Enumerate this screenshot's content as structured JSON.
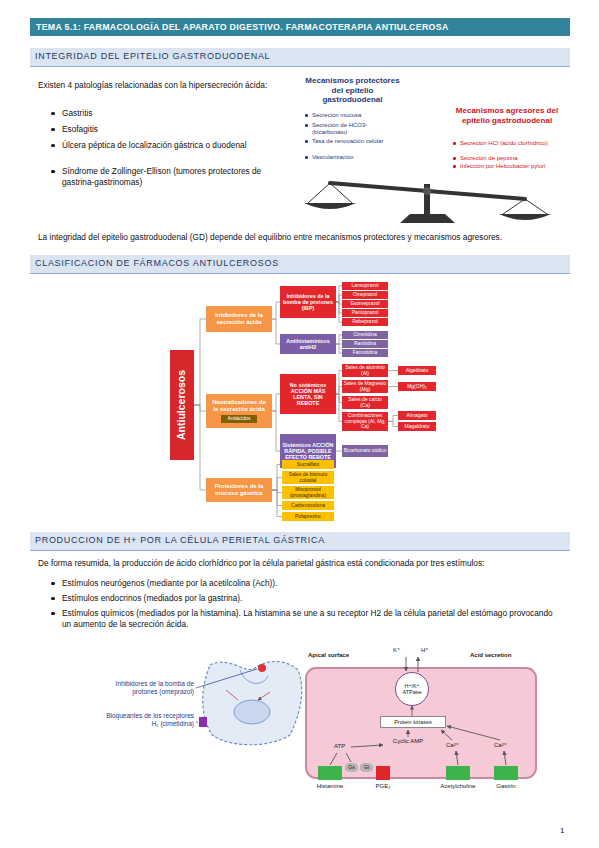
{
  "diagram": {
    "title": "TEMA 5.1: FARMACOLOGÍA DEL APARATO DIGESTIVO. FARMACOTERAPIA ANTIULCEROSA",
    "nodes": [
      {
        "text": [
          "Antiulcerosos"
        ]
      },
      {
        "text": [
          "Inhibidores de la secreción ácida"
        ]
      },
      {
        "text": [
          "Inhibidores de la bomba de protones (IBP)"
        ]
      },
      {
        "text": [
          "Lansoprazol"
        ]
      },
      {
        "text": [
          "Omeprazol"
        ]
      },
      {
        "text": [
          "Esomeprazol"
        ]
      },
      {
        "text": [
          "Pantoprazol"
        ]
      },
      {
        "text": [
          "Rabeprazol"
        ]
      },
      {
        "text": [
          "Antihistamínicos antiH2"
        ]
      },
      {
        "text": [
          "Cimetidina"
        ]
      },
      {
        "text": [
          "Ranitidina"
        ]
      },
      {
        "text": [
          "Famotidina"
        ]
      },
      {
        "text": [
          "Neutralizadores de la secreción ácida",
          "Antiácidos"
        ]
      },
      {
        "text": [
          "No sistémicos ACCIÓN MÁS LENTA, SIN REBOTE"
        ]
      },
      {
        "text": [
          "Sales de aluminio (Al)"
        ]
      },
      {
        "text": [
          "Algeldrato"
        ]
      },
      {
        "text": [
          "Sales de Magnesio (Mg)"
        ]
      },
      {
        "text": [
          "Mg(OH)₂"
        ]
      },
      {
        "text": [
          "Sales de calcio (Ca)"
        ]
      },
      {
        "text": [
          "Combinaciones complejas (Al, Mg, Ca)"
        ]
      },
      {
        "text": [
          "Almagato"
        ]
      },
      {
        "text": [
          "Magaldrato"
        ]
      },
      {
        "text": [
          "Sistémicos ACCIÓN RÁPIDA, POSIBLE EFECTO REBOTE"
        ]
      },
      {
        "text": [
          "Bicarbonato sódico"
        ]
      },
      {
        "text": [
          "Protectores de la mucosa gástrica"
        ]
      },
      {
        "text": [
          "Sucralfato"
        ]
      },
      {
        "text": [
          "Sales de bismuto coloidal"
        ]
      },
      {
        "text": [
          "Misoprostol (prostaglandina)"
        ]
      },
      {
        "text": [
          "Carbenoxolona"
        ]
      },
      {
        "text": [
          "Polaprezinc"
        ]
      },
      {
        "text": [
          "H⁺/K⁺ ATPase"
        ]
      },
      {
        "text": [
          "Protein kinases"
        ]
      },
      {
        "text": [
          "Gs"
        ]
      },
      {
        "text": [
          "Gi"
        ]
      }
    ],
    "edges": [
      {
        "from": 0,
        "to": 1,
        "arrow": "none"
      },
      {
        "from": 0,
        "to": 12,
        "arrow": "none"
      },
      {
        "from": 0,
        "to": 24,
        "arrow": "none"
      },
      {
        "from": 1,
        "to": 2,
        "arrow": "none"
      },
      {
        "from": 1,
        "to": 8,
        "arrow": "none"
      },
      {
        "from": 2,
        "to": 3,
        "arrow": "none"
      },
      {
        "from": 2,
        "to": 4,
        "arrow": "none"
      },
      {
        "from": 2,
        "to": 5,
        "arrow": "none"
      },
      {
        "from": 2,
        "to": 6,
        "arrow": "none"
      },
      {
        "from": 2,
        "to": 7,
        "arrow": "none"
      },
      {
        "from": 8,
        "to": 9,
        "arrow": "none"
      },
      {
        "from": 8,
        "to": 10,
        "arrow": "none"
      },
      {
        "from": 8,
        "to": 11,
        "arrow": "none"
      },
      {
        "from": 12,
        "to": 13,
        "arrow": "none"
      },
      {
        "from": 12,
        "to": 22,
        "arrow": "none"
      },
      {
        "from": 13,
        "to": 14,
        "arrow": "none"
      },
      {
        "from": 13,
        "to": 16,
        "arrow": "none"
      },
      {
        "from": 13,
        "to": 18,
        "arrow": "none"
      },
      {
        "from": 13,
        "to": 19,
        "arrow": "none"
      },
      {
        "from": 14,
        "to": 15,
        "arrow": "none"
      },
      {
        "from": 16,
        "to": 17,
        "arrow": "none"
      },
      {
        "from": 19,
        "to": 20,
        "arrow": "none"
      },
      {
        "from": 19,
        "to": 21,
        "arrow": "none"
      },
      {
        "from": 22,
        "to": 23,
        "arrow": "none"
      },
      {
        "from": 24,
        "to": 25,
        "arrow": "none"
      },
      {
        "from": 24,
        "to": 26,
        "arrow": "none"
      },
      {
        "from": 24,
        "to": 27,
        "arrow": "none"
      },
      {
        "from": 24,
        "to": 28,
        "arrow": "none"
      },
      {
        "from": 24,
        "to": 29,
        "arrow": "none"
      },
      {
        "from": 31,
        "to": 30,
        "arrow": "to"
      }
    ],
    "labels": [
      "INTEGRIDAD DEL EPITELIO GASTRODUODENAL",
      "Existen 4 patologías relacionadas con la hipersecreción ácida:",
      "Gastritis",
      "Esofagitis",
      "Úlcera péptica de localización gástrica o duodenal",
      "Síndrome de Zollinger-Ellison (tumores protectores de gastrina-gastrinomas)",
      "Mecanismos protectores del epitelio gastroduodenal",
      "Secreción mucosa",
      "Secreción de HCO3- (bicarbonato)",
      "Tasa de renovación celular",
      "Vascularización",
      "Mecanismos agresores del epitelio gastroduodenal",
      "Secreción HCl (ácido clorhídrico)",
      "Secreción de pepsina",
      "Infección por Helicobacter pylori",
      "La integridad del epitelio gastroduodenal (GD) depende del equilibrio entre mecanismos protectores y mecanismos agresores.",
      "CLASIFICACION DE FÁRMACOS ANTIULCEROSOS",
      "PRODUCCION DE H+ POR LA CÉLULA PERIETAL GÁSTRICA",
      "De forma resumida, la producción de ácido clorhídrico por la célula parietal gástrica está condicionada por tres estímulos:",
      "Estímulos neurógenos (mediante por la acetilcolina (Ach)).",
      "Estímulos endocrinos (mediados por la gastrina).",
      "Estímulos químicos (mediados por la histamina). La histamina se une a su receptor H2 de la célula parietal del estómago provocando un aumento de la secreción ácida.",
      "Inhibidores de la bomba de protones (omeprazol)",
      "Bloqueantes de los receptores H₂ (cimetidina)",
      "Apical surface",
      "Acid secretion",
      "H⁺",
      "K⁺",
      "Cyclic AMP",
      "ATP",
      "Ca²⁺",
      "Ca²⁺",
      "Histamine",
      "PGE₂",
      "Acetylcholine",
      "Gastrin",
      "1"
    ]
  }
}
